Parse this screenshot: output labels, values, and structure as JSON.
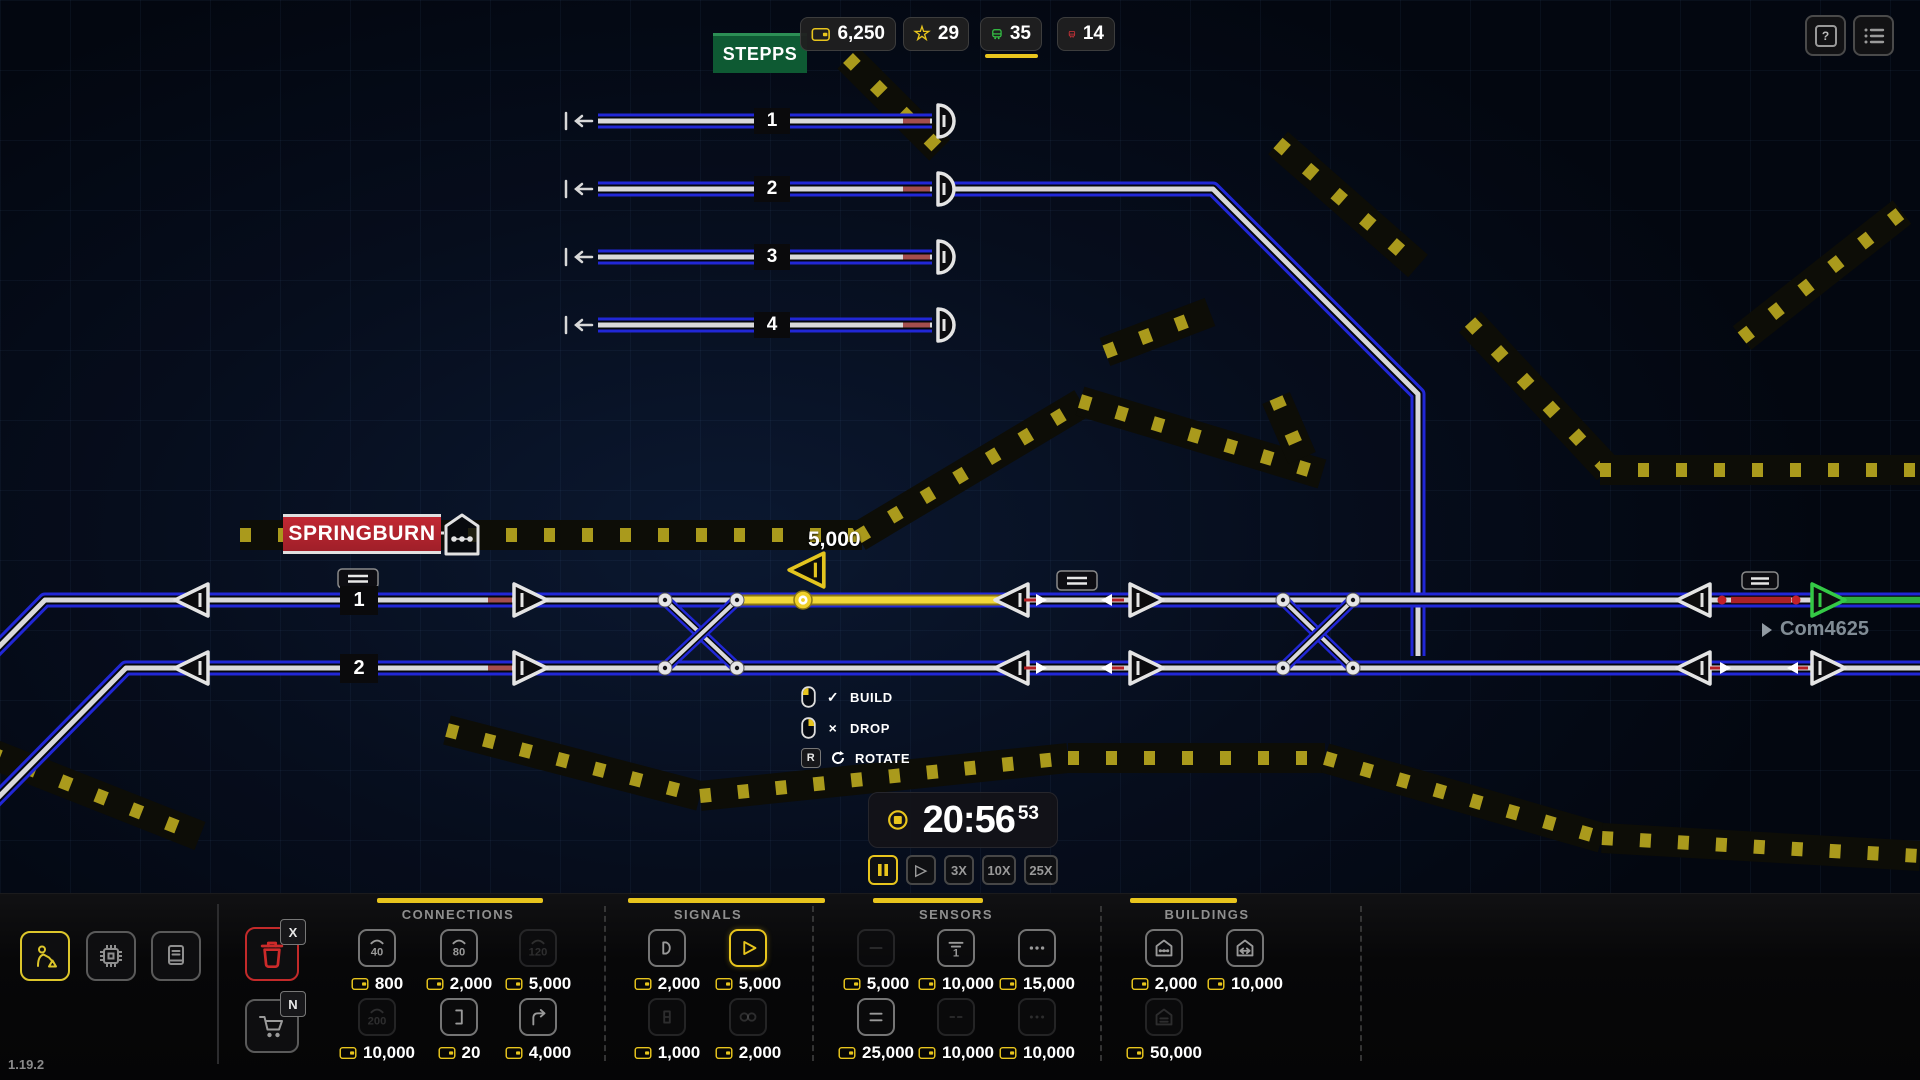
{
  "hud": {
    "station_sign": "STEPPS",
    "resources": [
      {
        "icon": "wallet-icon",
        "value": "6,250"
      },
      {
        "icon": "star-icon",
        "value": "29"
      },
      {
        "icon": "train-green-icon",
        "value": "35"
      },
      {
        "icon": "train-red-icon",
        "value": "14"
      }
    ]
  },
  "map": {
    "station_sign": "SPRINGBURN",
    "route_cost": "5,000",
    "platforms": [
      {
        "number": "1"
      },
      {
        "number": "2"
      },
      {
        "number": "3"
      },
      {
        "number": "4"
      }
    ],
    "track_labels": [
      {
        "label": "1"
      },
      {
        "label": "2"
      }
    ],
    "train": {
      "label": "Com4625"
    }
  },
  "tooltip": {
    "rows": [
      {
        "button": "left-mouse",
        "action": "BUILD"
      },
      {
        "button": "right-mouse",
        "action": "DROP"
      },
      {
        "button": "key",
        "key": "R",
        "action": "ROTATE"
      }
    ]
  },
  "timer": {
    "time": "20:56",
    "seconds": "53"
  },
  "speed": {
    "labels": [
      "3X",
      "10X",
      "25X"
    ]
  },
  "toolbar": {
    "version": "1.19.2",
    "delete_key": "X",
    "shop_key": "N",
    "sections": [
      {
        "title": "CONNECTIONS",
        "items": [
          {
            "icon": "track-speed-40",
            "icon_label": "40",
            "price": "800",
            "state": "normal"
          },
          {
            "icon": "track-speed-80",
            "icon_label": "80",
            "price": "2,000",
            "state": "normal"
          },
          {
            "icon": "track-speed-120",
            "icon_label": "120",
            "price": "5,000",
            "state": "dimmed"
          },
          {
            "icon": "track-speed-200",
            "icon_label": "200",
            "price": "10,000",
            "state": "dimmed"
          },
          {
            "icon": "buffer-stop",
            "price": "20",
            "state": "normal"
          },
          {
            "icon": "curve-track",
            "price": "4,000",
            "state": "normal"
          }
        ]
      },
      {
        "title": "SIGNALS",
        "items": [
          {
            "icon": "signal-manual",
            "price": "2,000",
            "state": "normal"
          },
          {
            "icon": "signal-auto",
            "price": "5,000",
            "state": "selected"
          },
          {
            "icon": "signal-shunt",
            "price": "1,000",
            "state": "dimmed"
          },
          {
            "icon": "signal-chain",
            "price": "2,000",
            "state": "dimmed"
          }
        ]
      },
      {
        "title": "SENSORS",
        "items": [
          {
            "icon": "sensor-basic",
            "price": "5,000",
            "state": "dimmed"
          },
          {
            "icon": "sensor-speed",
            "icon_label": "1",
            "price": "10,000",
            "state": "normal"
          },
          {
            "icon": "sensor-wait",
            "price": "15,000",
            "state": "normal"
          },
          {
            "icon": "sensor-equals",
            "price": "25,000",
            "state": "normal"
          },
          {
            "icon": "sensor-advanced-1",
            "price": "10,000",
            "state": "dimmed"
          },
          {
            "icon": "sensor-advanced-2",
            "price": "10,000",
            "state": "dimmed"
          }
        ]
      },
      {
        "title": "BUILDINGS",
        "items": [
          {
            "icon": "station-small",
            "price": "2,000",
            "state": "normal"
          },
          {
            "icon": "station-platform",
            "price": "10,000",
            "state": "normal"
          },
          {
            "icon": "station-large",
            "price": "50,000",
            "state": "dimmed"
          }
        ]
      }
    ]
  }
}
